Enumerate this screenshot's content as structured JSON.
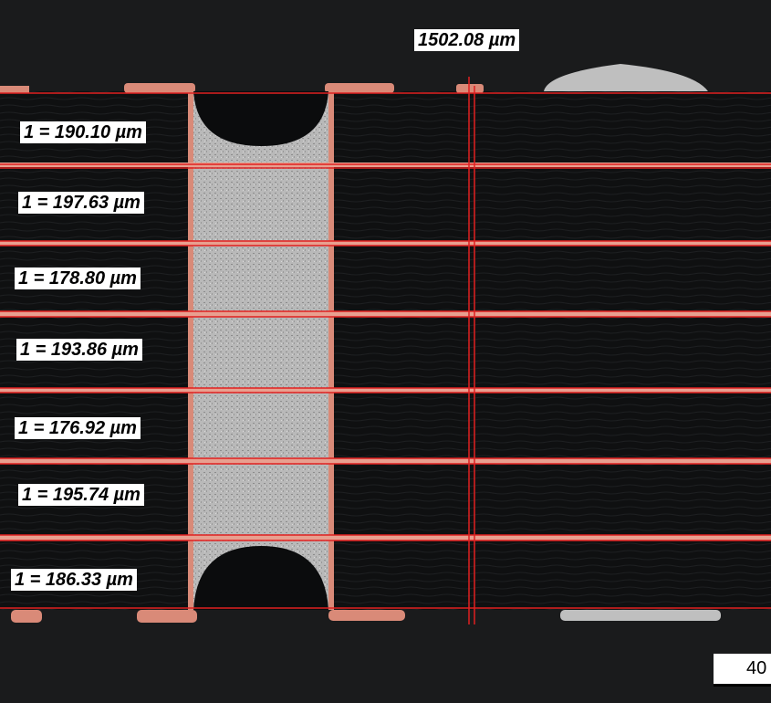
{
  "measurements": {
    "total_thickness": "1502.08 µm",
    "layers": [
      "1 = 190.10 µm",
      "1 = 197.63 µm",
      "1 = 178.80 µm",
      "1 = 193.86 µm",
      "1 = 176.92 µm",
      "1 = 195.74 µm",
      "1 = 186.33 µm"
    ]
  },
  "scale_bar": {
    "label": "40"
  },
  "colors": {
    "background": "#1a1b1c",
    "laminate": "#0d0e0f",
    "copper": "#d98a78",
    "plating": "#bfbfbf",
    "measure_line": "#e02020"
  }
}
